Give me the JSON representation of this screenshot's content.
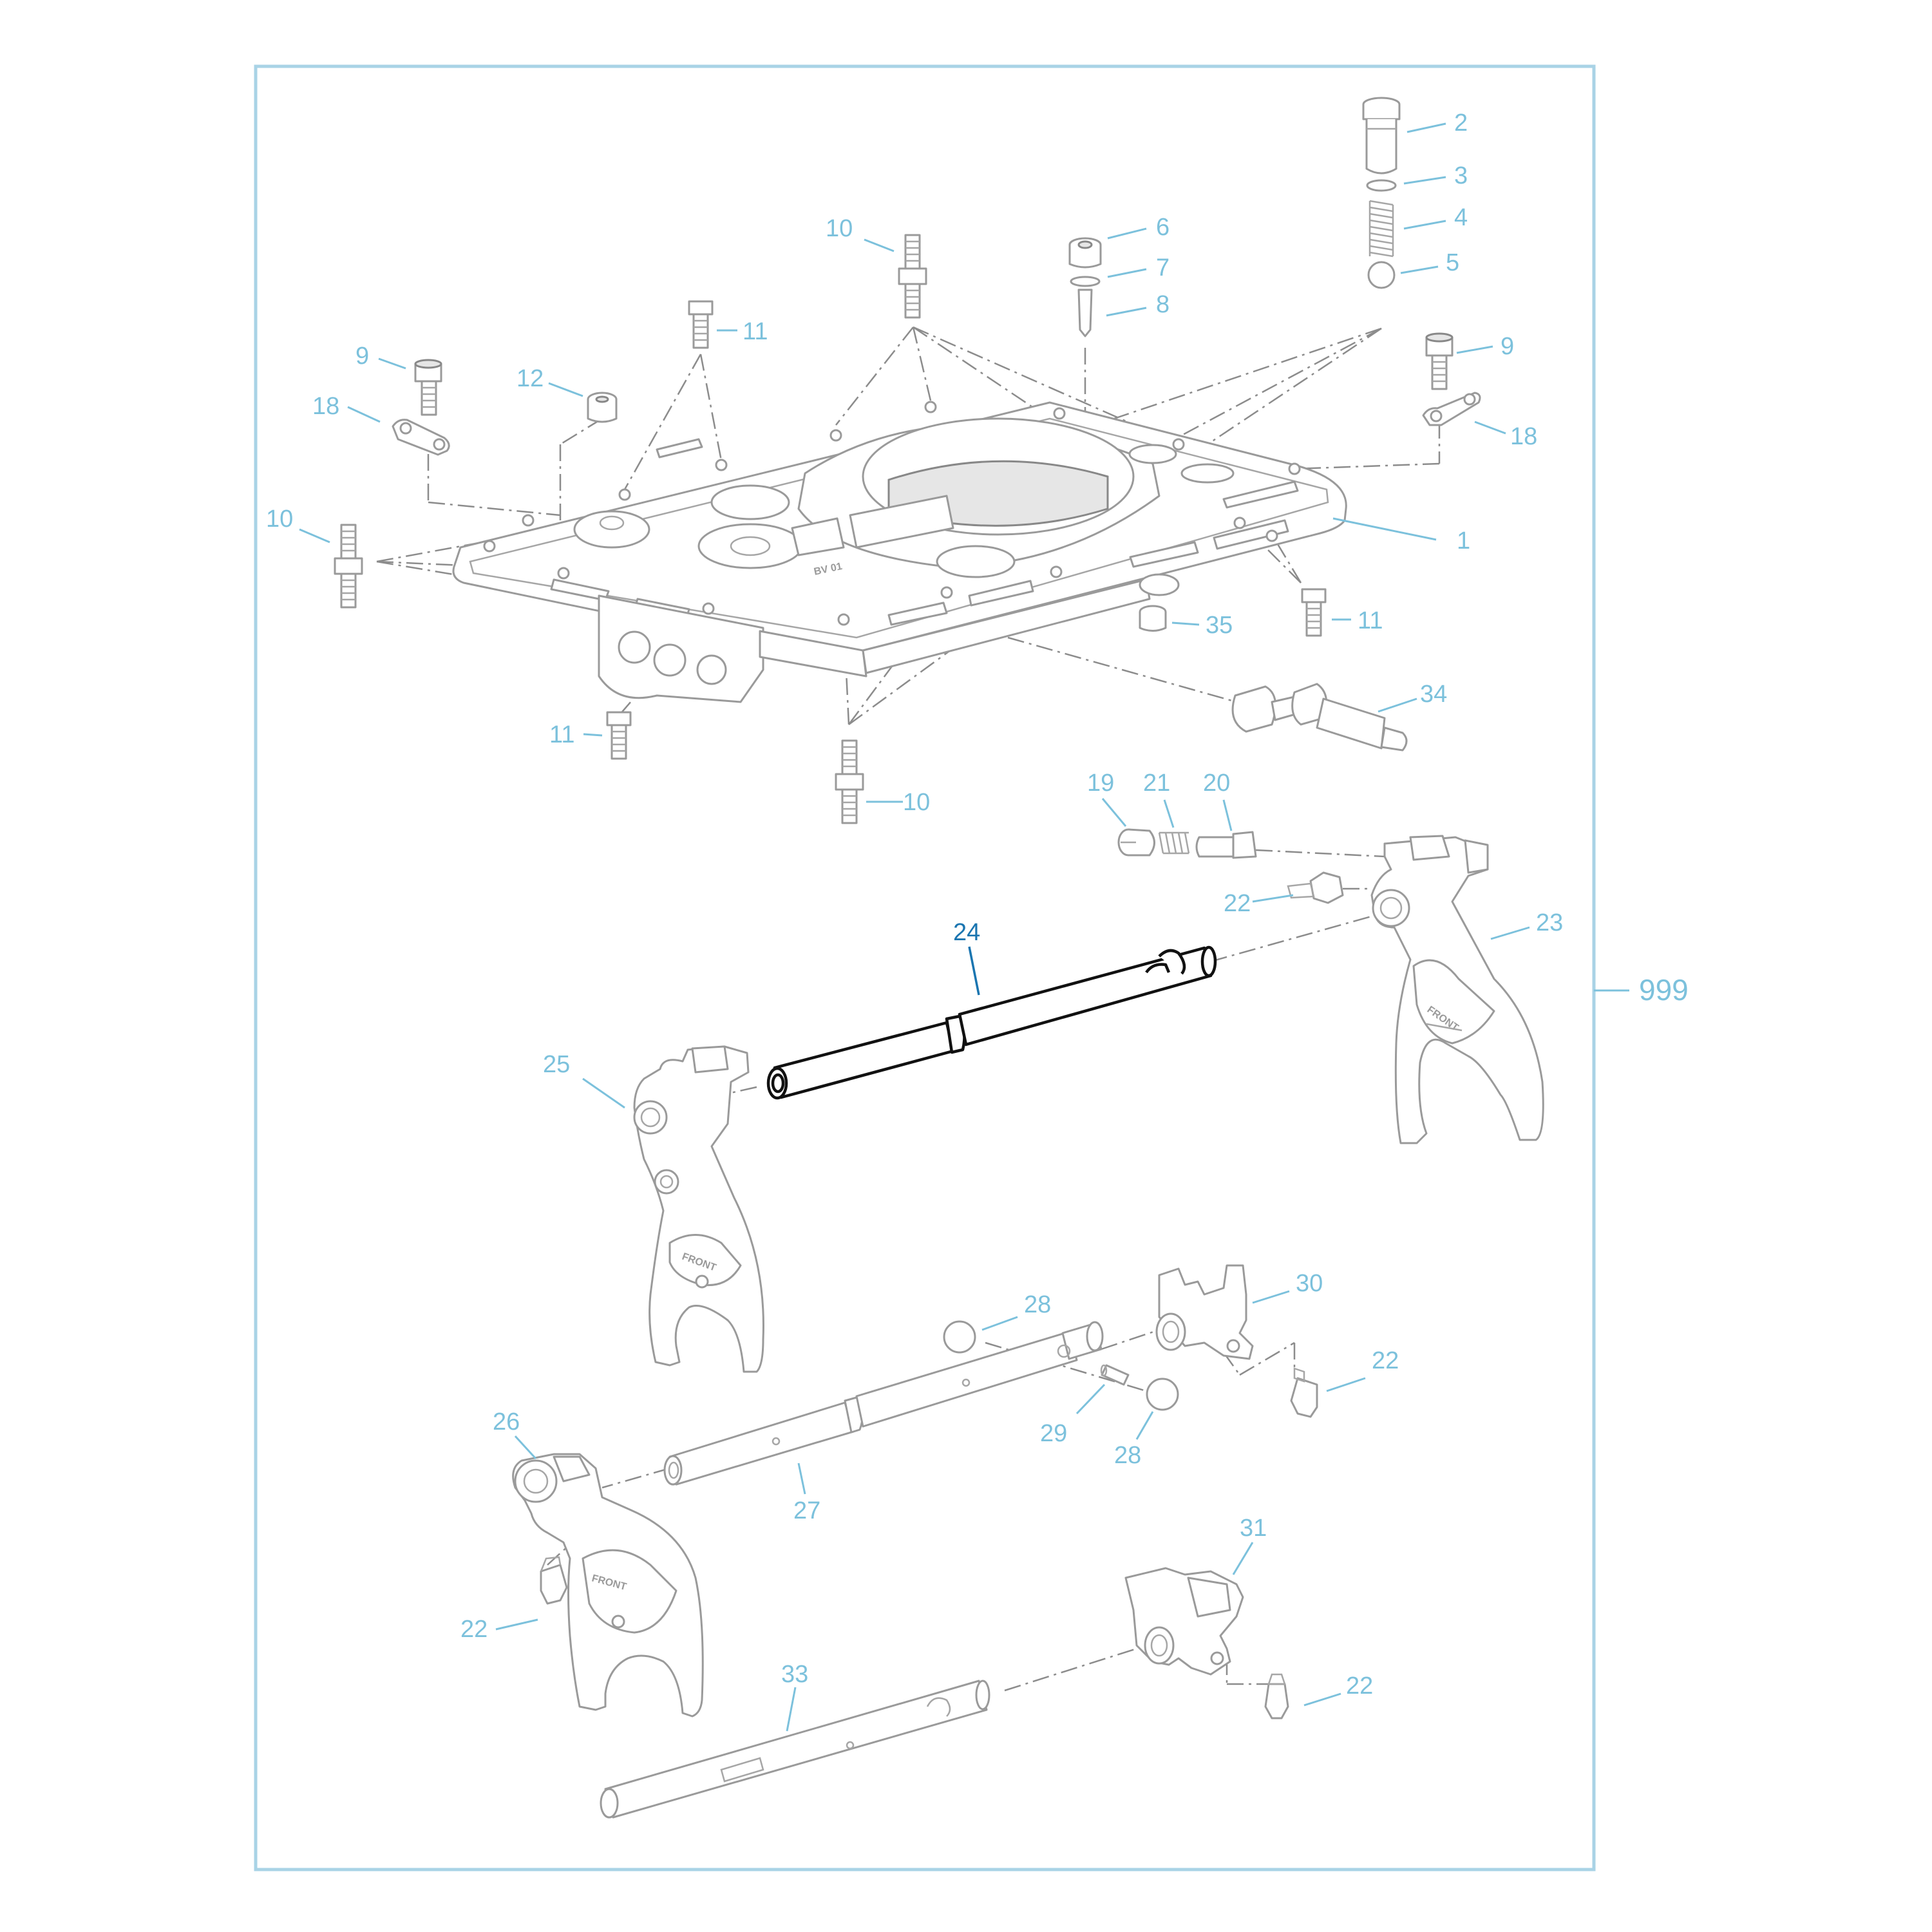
{
  "diagram": {
    "assembly_callout": "999",
    "highlighted_callout": "24",
    "part_marking": "FRONT",
    "colors": {
      "frame": "#a9d3e6",
      "callout": "#7cc1dc",
      "highlight": "#1a75b0",
      "parts": "#9a9a9a"
    },
    "callouts": {
      "c1": "1",
      "c2": "2",
      "c3": "3",
      "c4": "4",
      "c5": "5",
      "c6": "6",
      "c7": "7",
      "c8": "8",
      "c9a": "9",
      "c9b": "9",
      "c10a": "10",
      "c10b": "10",
      "c10c": "10",
      "c11a": "11",
      "c11b": "11",
      "c11c": "11",
      "c12": "12",
      "c18a": "18",
      "c18b": "18",
      "c19": "19",
      "c20": "20",
      "c21": "21",
      "c22a": "22",
      "c22b": "22",
      "c22c": "22",
      "c22d": "22",
      "c23": "23",
      "c24": "24",
      "c25": "25",
      "c26": "26",
      "c27": "27",
      "c28a": "28",
      "c28b": "28",
      "c29": "29",
      "c30": "30",
      "c31": "31",
      "c33": "33",
      "c34": "34",
      "c35": "35"
    }
  }
}
